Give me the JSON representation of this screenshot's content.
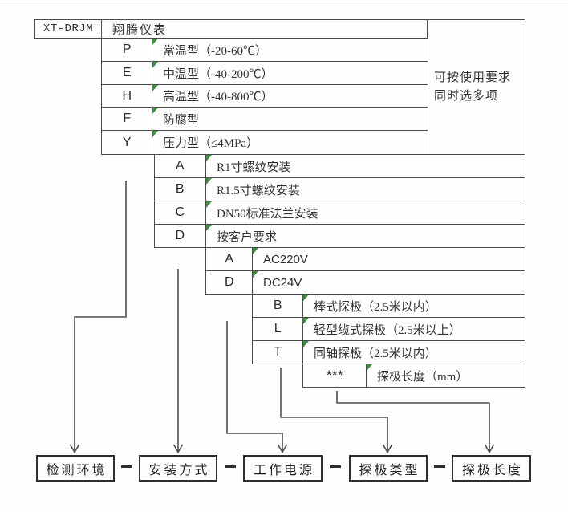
{
  "colors": {
    "border": "#4a4a4a",
    "box_border": "#2e2e2e",
    "text": "#333333",
    "corner_marker_green": "#3e8e41"
  },
  "header": {
    "model_code": "XT-DRJM",
    "brand": "翔腾仪表"
  },
  "note": {
    "line1": "可按使用要求",
    "line2": "同时选多项"
  },
  "temperature": {
    "rows": [
      {
        "code": "P",
        "desc": "常温型（-20-60℃）"
      },
      {
        "code": "E",
        "desc": "中温型（-40-200℃）"
      },
      {
        "code": "H",
        "desc": "高温型（-40-800℃）"
      },
      {
        "code": "F",
        "desc": "防腐型"
      },
      {
        "code": "Y",
        "desc": "压力型（≤4MPa）"
      }
    ]
  },
  "installation": {
    "rows": [
      {
        "code": "A",
        "desc": "R1寸螺纹安装"
      },
      {
        "code": "B",
        "desc": "R1.5寸螺纹安装"
      },
      {
        "code": "C",
        "desc": "DN50标准法兰安装"
      },
      {
        "code": "D",
        "desc": "按客户要求"
      }
    ]
  },
  "power": {
    "rows": [
      {
        "code": "A",
        "desc": "AC220V"
      },
      {
        "code": "D",
        "desc": "DC24V"
      }
    ]
  },
  "probe": {
    "rows": [
      {
        "code": "B",
        "desc": "棒式探极（2.5米以内）"
      },
      {
        "code": "L",
        "desc": "轻型缆式探极（2.5米以上）"
      },
      {
        "code": "T",
        "desc": "同轴探极（2.5米以内）"
      }
    ]
  },
  "length": {
    "rows": [
      {
        "code": "***",
        "desc": "探极长度（mm）"
      }
    ]
  },
  "footer": {
    "labels": [
      "检测环境",
      "安装方式",
      "工作电源",
      "探极类型",
      "探极长度"
    ]
  }
}
